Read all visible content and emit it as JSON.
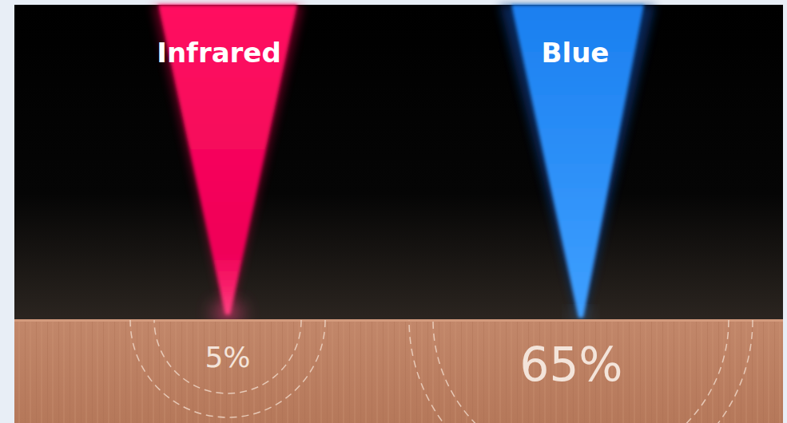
{
  "diagram": {
    "labels": [
      "Infrared",
      "Blue",
      "5%",
      "65%"
    ]
  }
}
